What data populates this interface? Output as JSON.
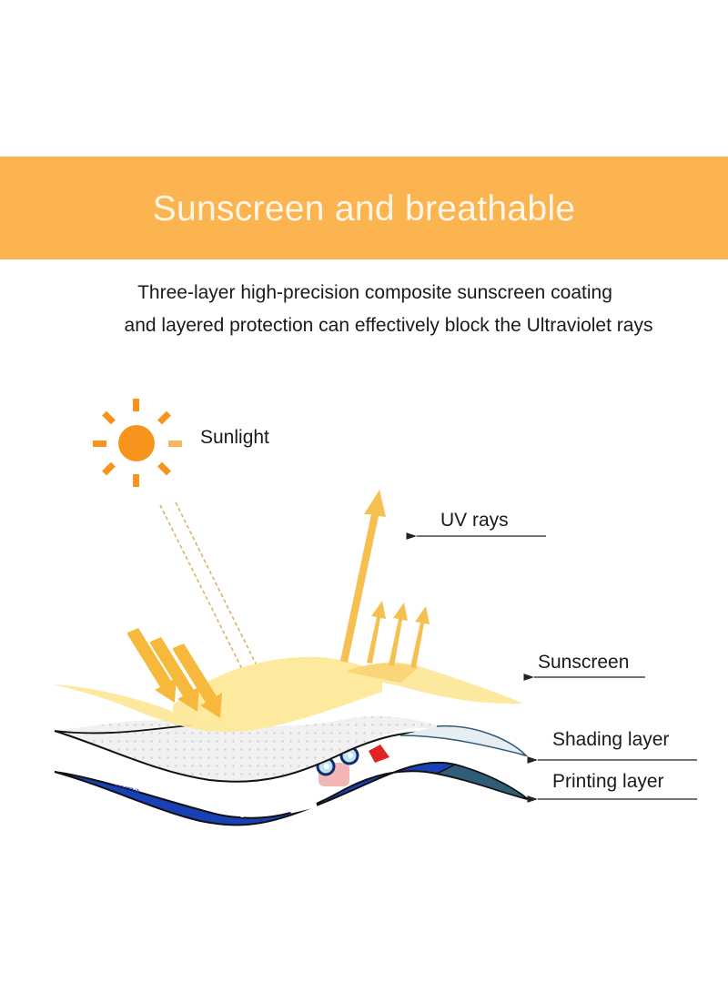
{
  "header": {
    "title": "Sunscreen and breathable",
    "banner_color": "#fbb44f",
    "title_color": "#fff6e6"
  },
  "description": {
    "line1": "Three-layer high-precision composite sunscreen coating",
    "line2": "and layered protection can effectively block the Ultraviolet rays"
  },
  "diagram": {
    "sun_icon": "sun-icon",
    "sun_color": "#f7941d",
    "ray_color": "#f6b93b",
    "sunscreen_color": "#fde79a",
    "shading_color": "#efefef",
    "printing_color": "#1741b5",
    "labels": {
      "sunlight": "Sunlight",
      "uv_rays": "UV rays",
      "sunscreen": "Sunscreen",
      "shading_layer": "Shading layer",
      "printing_layer": "Printing layer"
    }
  }
}
